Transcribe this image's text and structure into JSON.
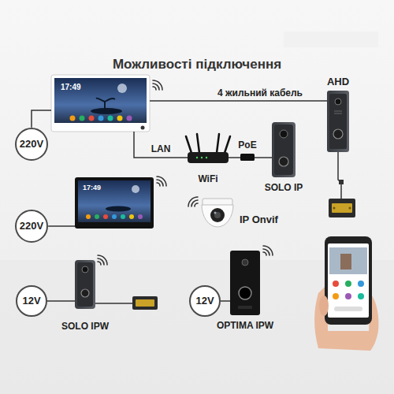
{
  "diagram": {
    "title": "Можливості підключення",
    "nodes": [
      {
        "text": [
          "17:49"
        ]
      },
      {
        "text": [
          "AHD"
        ]
      },
      {
        "text": [
          "220V"
        ]
      },
      {
        "text": [
          "PoE"
        ]
      },
      {
        "text": [
          "WiFi"
        ]
      },
      {
        "text": [
          "SOLO IP"
        ]
      },
      {
        "text": [
          "17:49"
        ]
      },
      {
        "text": [
          "220V"
        ]
      },
      {
        "text": [
          "IP Onvif"
        ]
      },
      {
        "text": [
          "SOLO IPW"
        ]
      },
      {
        "text": [
          "12V"
        ]
      },
      {
        "text": [
          "12V"
        ]
      },
      {
        "text": [
          "OPTIMA IPW"
        ]
      }
    ],
    "edges": [
      {
        "from": 2,
        "to": 0,
        "arrow": "none"
      },
      {
        "from": 0,
        "to": 4,
        "label": "LAN",
        "arrow": "none"
      },
      {
        "from": 0,
        "to": 1,
        "label": "4 жильний кабель",
        "arrow": "none"
      },
      {
        "from": 4,
        "to": 3,
        "arrow": "none"
      },
      {
        "from": 3,
        "to": 5,
        "arrow": "none"
      },
      {
        "from": 7,
        "to": 6,
        "arrow": "none"
      },
      {
        "from": 10,
        "to": 9,
        "arrow": "none"
      },
      {
        "from": 11,
        "to": 12,
        "arrow": "none"
      }
    ]
  }
}
